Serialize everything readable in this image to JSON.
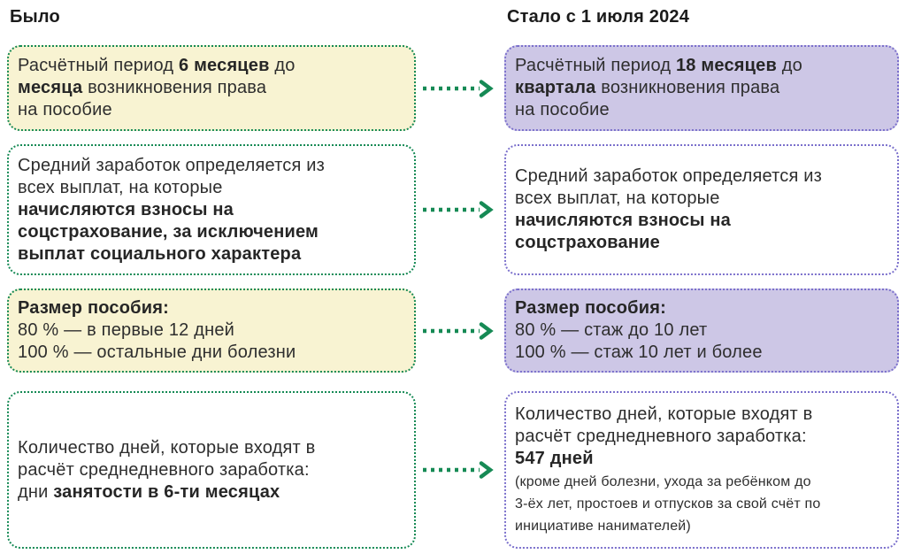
{
  "headers": {
    "before": "Было",
    "after": "Стало с 1 июля 2024"
  },
  "colors": {
    "arrow_green": "#168a55",
    "before_border_green": "#168a55",
    "after_border_purple": "#7b70cc",
    "before_highlight_bg": "#f8f3d2",
    "after_highlight_bg": "#cdc7e6",
    "text": "#2e2e2e"
  },
  "arrow": {
    "icon": "dotted-arrow-right-icon",
    "style": "dotted line with chevron head"
  },
  "rows": [
    {
      "highlight": true,
      "before": {
        "segments": [
          {
            "text": "Расчётный период "
          },
          {
            "text": "6 месяцев",
            "bold": true
          },
          {
            "text": " до\n"
          },
          {
            "text": "месяца",
            "bold": true
          },
          {
            "text": " возникновения права\nна пособие"
          }
        ]
      },
      "after": {
        "segments": [
          {
            "text": "Расчётный период "
          },
          {
            "text": "18 месяцев",
            "bold": true
          },
          {
            "text": " до\n"
          },
          {
            "text": "квартала",
            "bold": true
          },
          {
            "text": " возникновения права\nна пособие"
          }
        ]
      }
    },
    {
      "highlight": false,
      "before": {
        "segments": [
          {
            "text": "Средний заработок определяется из\nвсех выплат, на которые\n"
          },
          {
            "text": "начисляются взносы на\nсоцстрахование, за исключением\nвыплат социального характера",
            "bold": true
          }
        ]
      },
      "after": {
        "segments": [
          {
            "text": "Средний заработок определяется из\nвсех выплат, на которые\n"
          },
          {
            "text": "начисляются взносы на\nсоцстрахование",
            "bold": true
          }
        ]
      }
    },
    {
      "highlight": true,
      "before": {
        "segments": [
          {
            "text": "Размер пособия:",
            "bold": true
          },
          {
            "text": "\n80 % — в первые 12 дней\n100 % — остальные дни болезни"
          }
        ]
      },
      "after": {
        "segments": [
          {
            "text": "Размер пособия:",
            "bold": true
          },
          {
            "text": "\n80 % — стаж до 10 лет\n100 % — стаж 10 лет и более"
          }
        ]
      }
    },
    {
      "highlight": false,
      "before": {
        "segments": [
          {
            "text": "Количество дней, которые входят в\nрасчёт среднедневного заработка:\nдни "
          },
          {
            "text": "занятости в 6-ти месяцах",
            "bold": true
          }
        ]
      },
      "after": {
        "segments": [
          {
            "text": "Количество дней, которые входят в\nрасчёт среднедневного заработка:\n"
          },
          {
            "text": "547 дней",
            "bold": true
          },
          {
            "text": "\n(кроме дней болезни, ухода за ребёнком до\n3-ёх лет, простоев и отпусков за свой счёт по\nинициативе нанимателей)",
            "small": true
          }
        ]
      }
    }
  ]
}
